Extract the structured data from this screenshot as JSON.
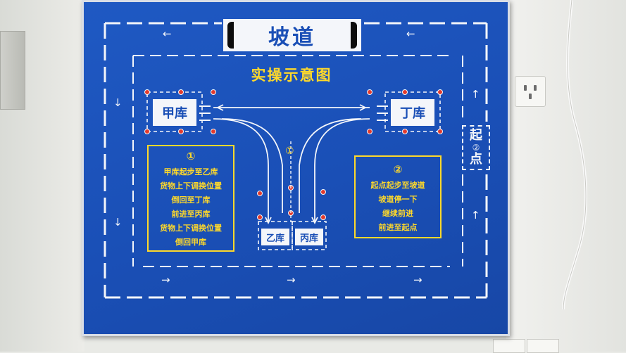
{
  "board": {
    "title": "坡道",
    "subtitle": "实操示意图",
    "colors": {
      "board_blue": "#1a4fb6",
      "yellow": "#ffd92a",
      "white": "#f4f6fa",
      "red": "#e23b2e"
    }
  },
  "garages": {
    "jia": "甲库",
    "yi": "乙库",
    "bing": "丙库",
    "ding": "丁库"
  },
  "route_markers": {
    "center": "①"
  },
  "start_point": {
    "char_top": "起",
    "number": "②",
    "char_bottom": "点"
  },
  "instructions_1": {
    "number": "①",
    "lines": [
      "甲库起步至乙库",
      "货物上下调换位置",
      "倒回至丁库",
      "前进至丙库",
      "货物上下调换位置",
      "倒回甲库"
    ]
  },
  "instructions_2": {
    "number": "②",
    "lines": [
      "起点起步至坡道",
      "坡道停一下",
      "继续前进",
      "前进至起点"
    ]
  },
  "arrows": {
    "left_glyph": "←",
    "right_glyph": "→",
    "up_glyph": "↑",
    "down_glyph": "↓"
  }
}
